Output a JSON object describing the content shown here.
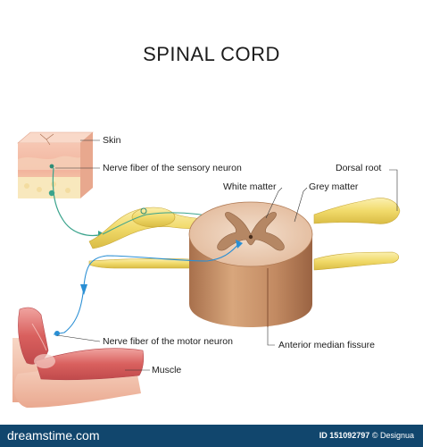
{
  "title": "SPINAL CORD",
  "labels": {
    "skin": "Skin",
    "sensory_fiber": "Nerve fiber of the sensory neuron",
    "dorsal_root": "Dorsal root",
    "white_matter": "White matter",
    "grey_matter": "Grey matter",
    "motor_fiber": "Nerve fiber of the motor neuron",
    "muscle": "Muscle",
    "anterior_fissure": "Anterior median fissure"
  },
  "footer": {
    "brand": "dreamstime",
    "brand_suffix": ".com",
    "image_id_label": "ID",
    "image_id": "151092797",
    "copyright": "© Designua"
  },
  "colors": {
    "nerve_yellow": "#f3df79",
    "cord_tan": "#c8936a",
    "grey_matter": "#b58764",
    "white_matter": "#efd7c4",
    "skin_pink": "#f2b8a8",
    "muscle_red": "#e07a78",
    "signal_blue": "#2a8fd4",
    "signal_teal": "#3aa38c",
    "footer_bg": "#11466d"
  }
}
